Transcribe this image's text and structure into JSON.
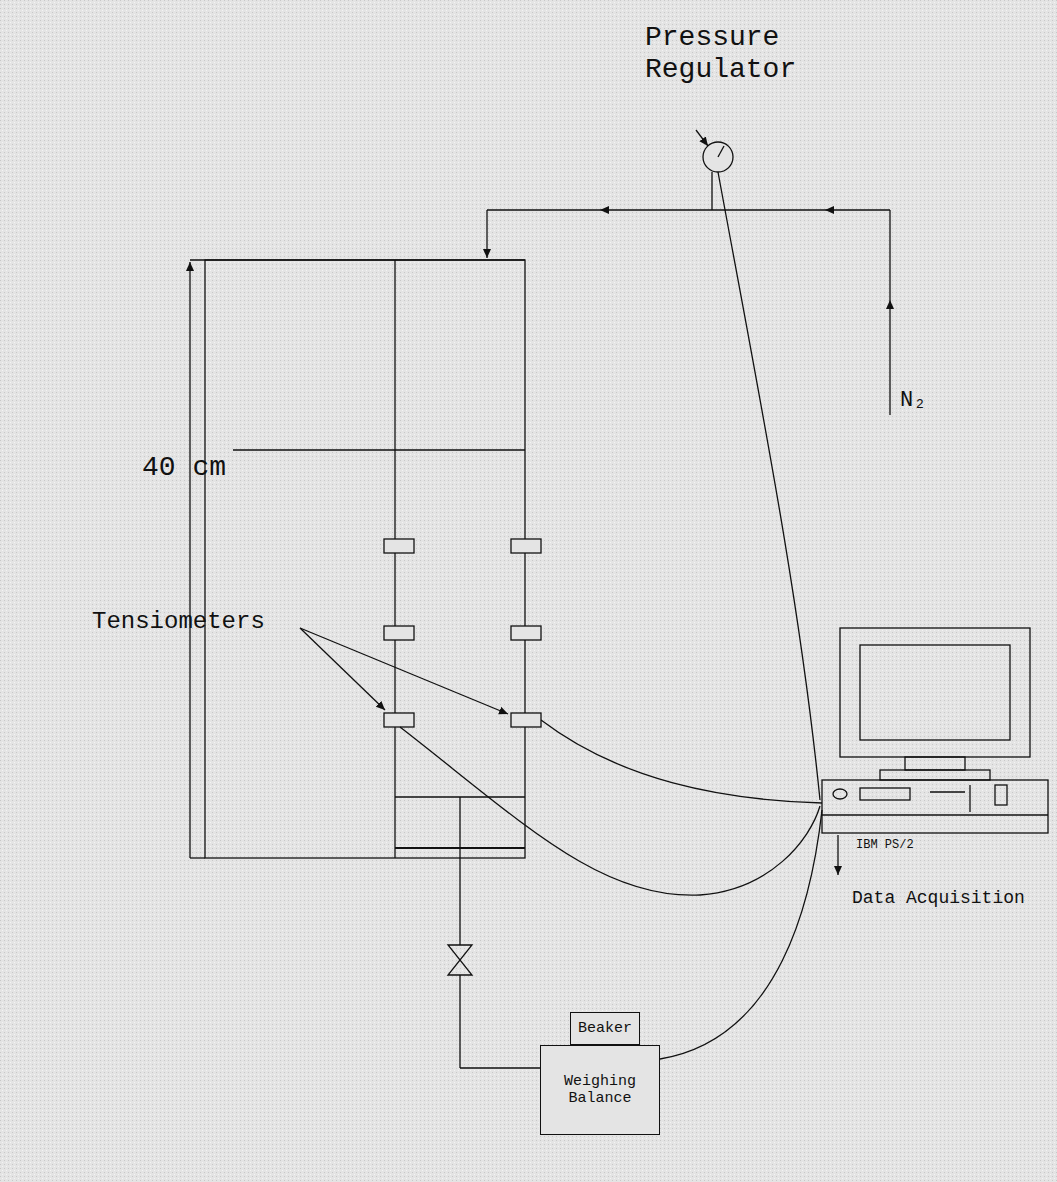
{
  "diagram": {
    "nodes": [
      {
        "text": [
          "Beaker"
        ]
      },
      {
        "text": [
          "Weighing Balance"
        ]
      },
      {
        "text": [
          "IBM PS/2"
        ]
      }
    ],
    "edges": [
      {
        "from": 1,
        "to": 2,
        "arrow": "none"
      }
    ],
    "labels": [
      "Pressure Regulator",
      "40 cm",
      "Tensiometers",
      "N₂",
      "Data Acquisition"
    ]
  }
}
